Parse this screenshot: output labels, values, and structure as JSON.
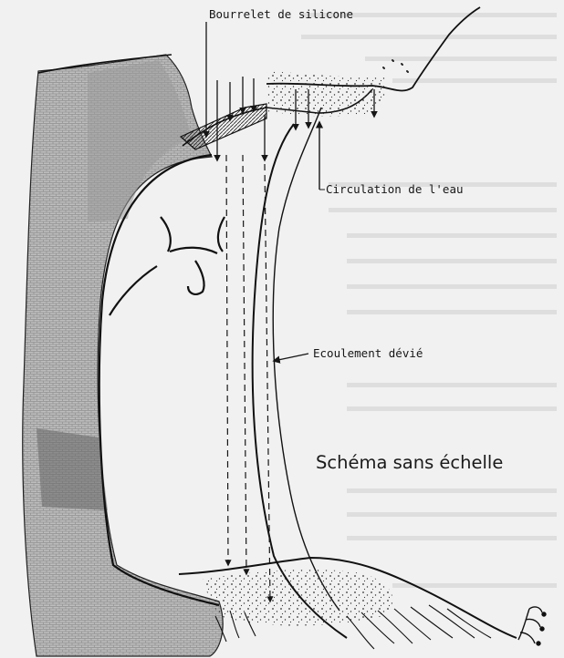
{
  "labels": {
    "silicone_bead": "Bourrelet de silicone",
    "water_circulation": "Circulation de l'eau",
    "deflected_flow": "Ecoulement dévié",
    "not_to_scale": "Schéma sans échelle"
  },
  "colors": {
    "ink": "#161616",
    "paper": "#f1f1f1",
    "wall_shading": "#a9a9a9"
  }
}
